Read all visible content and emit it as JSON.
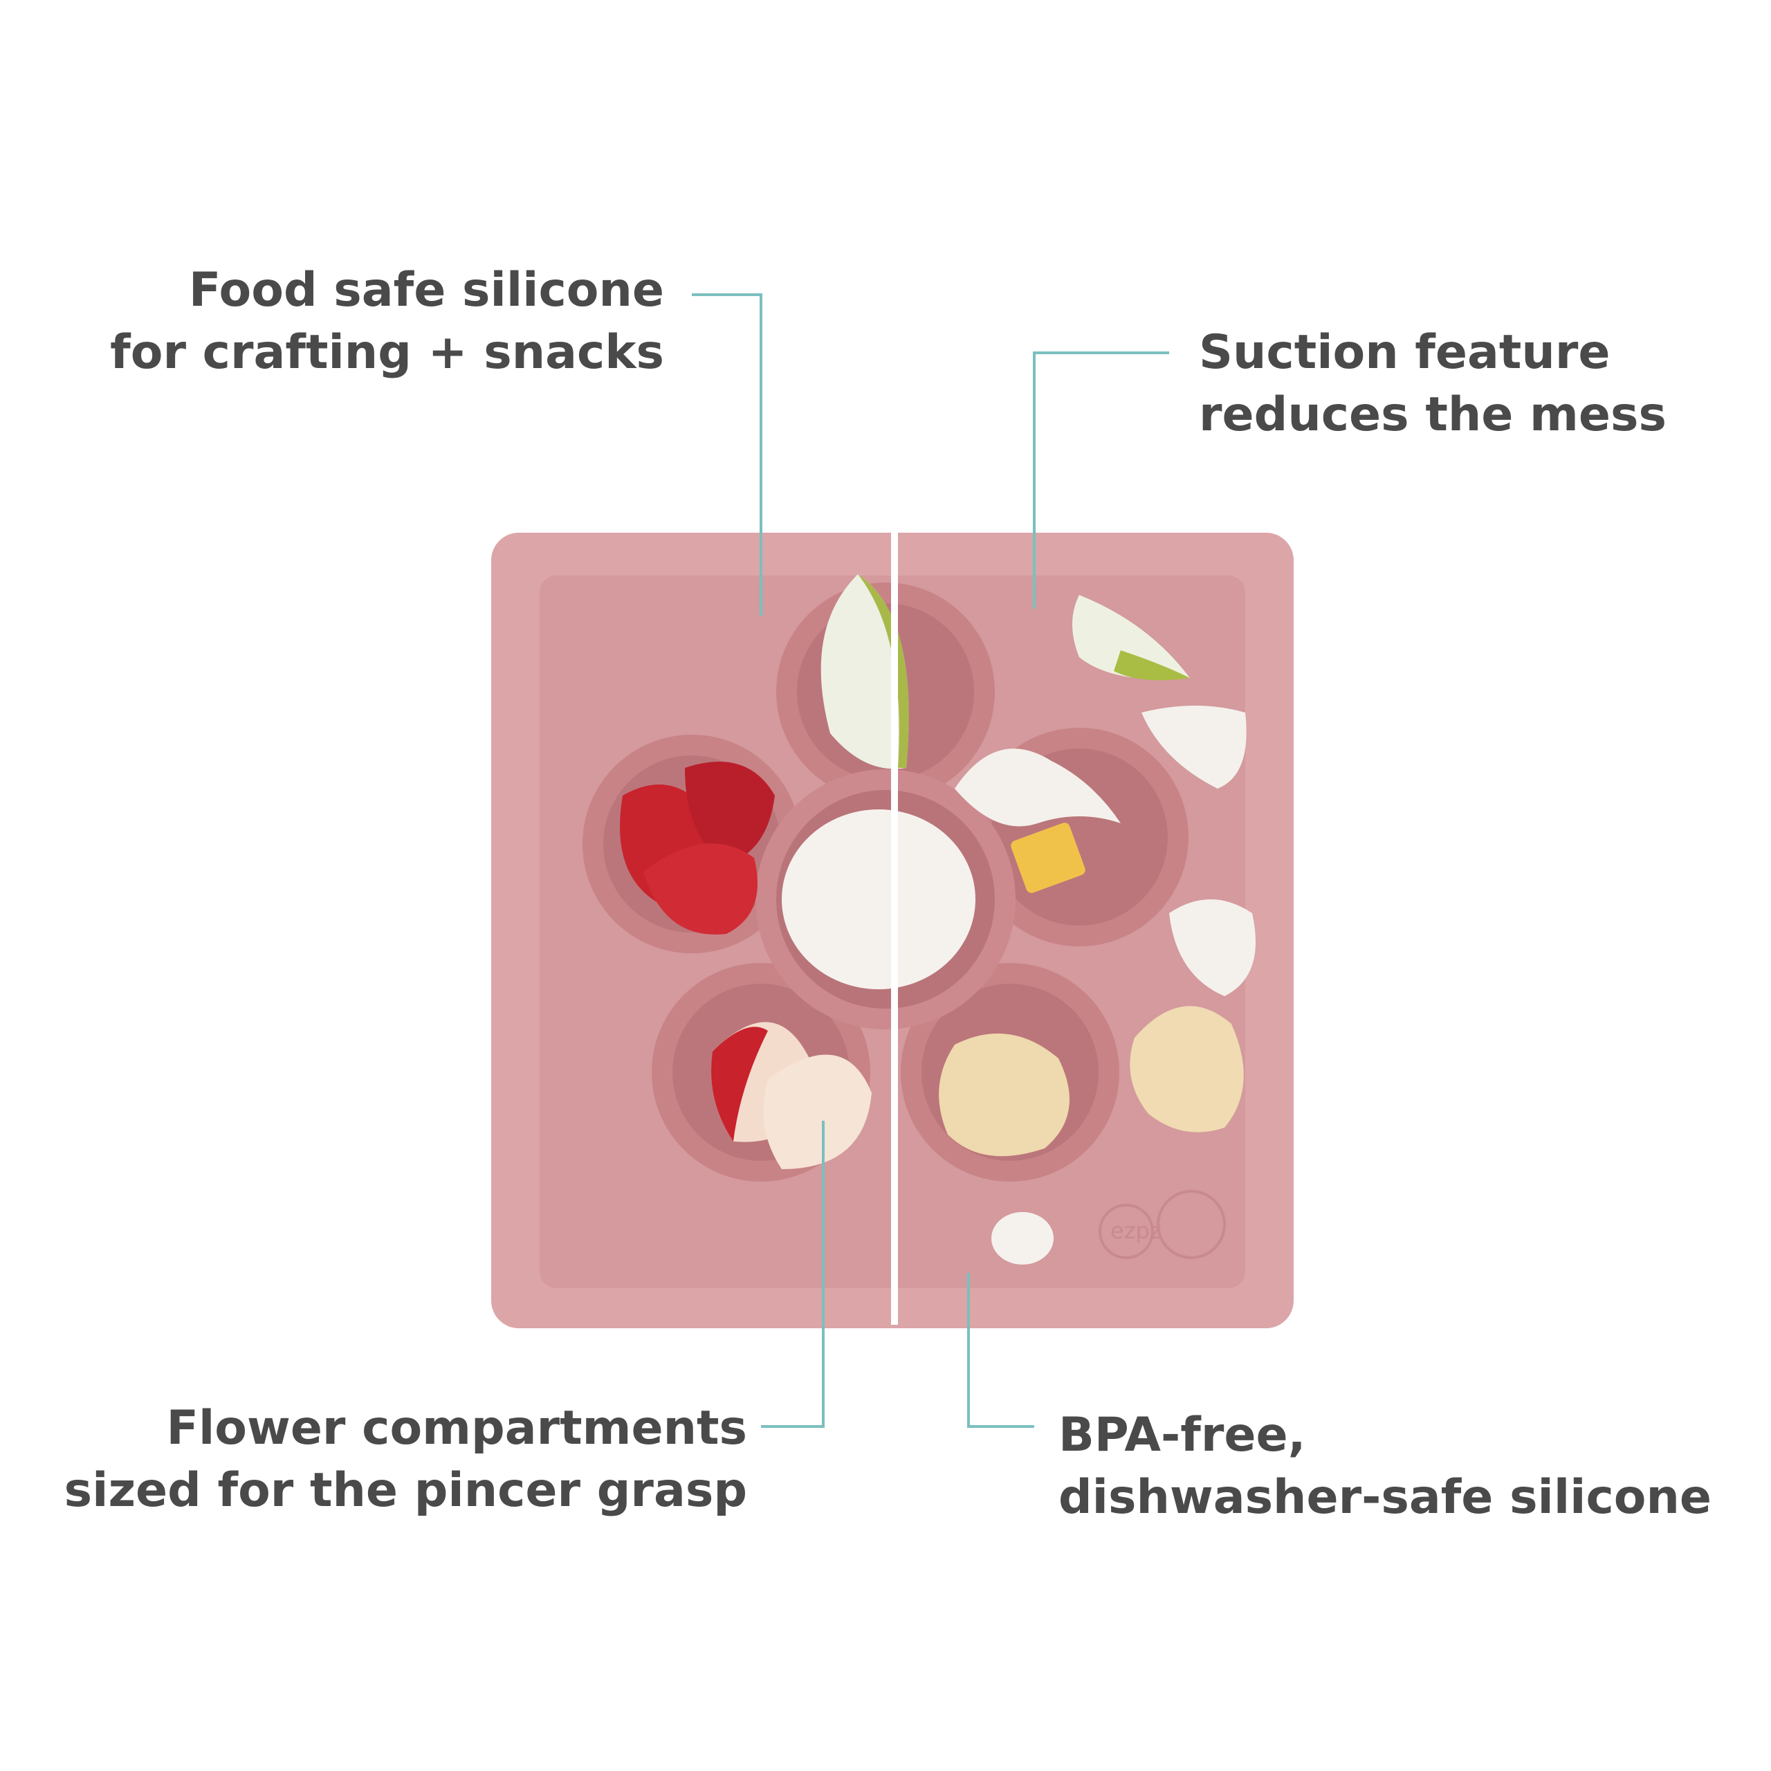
{
  "callouts": {
    "top_left": {
      "line1": "Food safe silicone",
      "line2": "for crafting + snacks"
    },
    "top_right": {
      "line1": "Suction feature",
      "line2": "reduces the mess"
    },
    "bottom_left": {
      "line1": "Flower compartments",
      "line2": "sized for the pincer grasp"
    },
    "bottom_right": {
      "line1": "BPA-free,",
      "line2": "dishwasher-safe silicone"
    }
  },
  "logo": {
    "text": "ezpz"
  },
  "colors": {
    "mat_outer": "#d9a3a6",
    "mat_inner": "#d69c9f",
    "compartment": "#c9878b",
    "compartment_inner": "#bf7c80",
    "leader_line": "#7bbfbf",
    "text": "#4a4a4a"
  }
}
